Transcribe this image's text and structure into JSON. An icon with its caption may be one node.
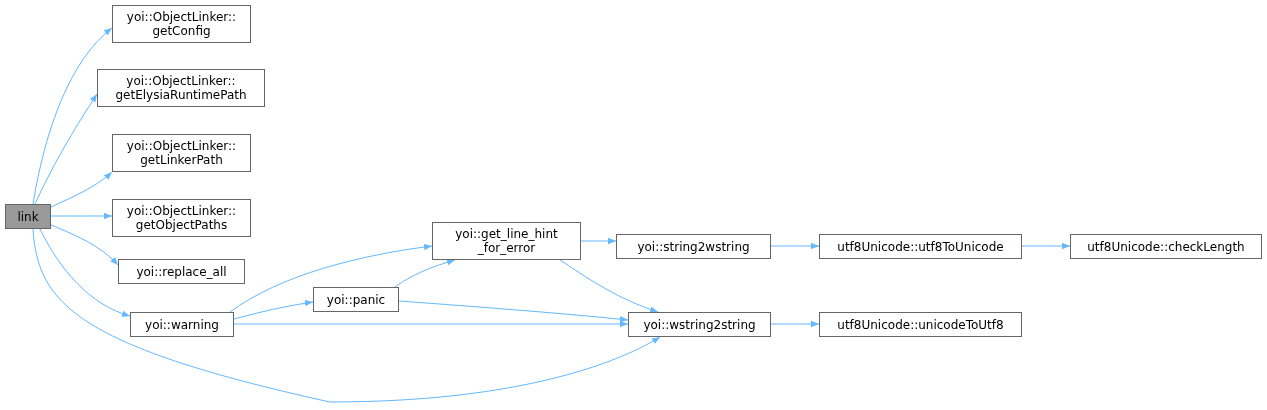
{
  "diagram": {
    "nodes": [
      {
        "text": [
          "link"
        ]
      },
      {
        "text": [
          "yoi::ObjectLinker:: getConfig"
        ]
      },
      {
        "text": [
          "yoi::ObjectLinker:: getElysiaRuntimePath"
        ]
      },
      {
        "text": [
          "yoi::ObjectLinker:: getLinkerPath"
        ]
      },
      {
        "text": [
          "yoi::ObjectLinker:: getObjectPaths"
        ]
      },
      {
        "text": [
          "yoi::replace_all"
        ]
      },
      {
        "text": [
          "yoi::warning"
        ]
      },
      {
        "text": [
          "yoi::panic"
        ]
      },
      {
        "text": [
          "yoi::get_line_hint _for_error"
        ]
      },
      {
        "text": [
          "yoi::string2wstring"
        ]
      },
      {
        "text": [
          "yoi::wstring2string"
        ]
      },
      {
        "text": [
          "utf8Unicode::utf8ToUnicode"
        ]
      },
      {
        "text": [
          "utf8Unicode::checkLength"
        ]
      },
      {
        "text": [
          "utf8Unicode::unicodeToUtf8"
        ]
      }
    ],
    "edges": [
      {
        "from": 0,
        "to": 1,
        "arrow": "to"
      },
      {
        "from": 0,
        "to": 2,
        "arrow": "to"
      },
      {
        "from": 0,
        "to": 3,
        "arrow": "to"
      },
      {
        "from": 0,
        "to": 4,
        "arrow": "to"
      },
      {
        "from": 0,
        "to": 5,
        "arrow": "to"
      },
      {
        "from": 0,
        "to": 6,
        "arrow": "to"
      },
      {
        "from": 0,
        "to": 10,
        "arrow": "to"
      },
      {
        "from": 6,
        "to": 8,
        "arrow": "to"
      },
      {
        "from": 6,
        "to": 7,
        "arrow": "to"
      },
      {
        "from": 6,
        "to": 10,
        "arrow": "to"
      },
      {
        "from": 7,
        "to": 8,
        "arrow": "to"
      },
      {
        "from": 7,
        "to": 10,
        "arrow": "to"
      },
      {
        "from": 8,
        "to": 9,
        "arrow": "to"
      },
      {
        "from": 8,
        "to": 10,
        "arrow": "to"
      },
      {
        "from": 9,
        "to": 11,
        "arrow": "to"
      },
      {
        "from": 11,
        "to": 12,
        "arrow": "to"
      },
      {
        "from": 10,
        "to": 13,
        "arrow": "to"
      }
    ]
  }
}
